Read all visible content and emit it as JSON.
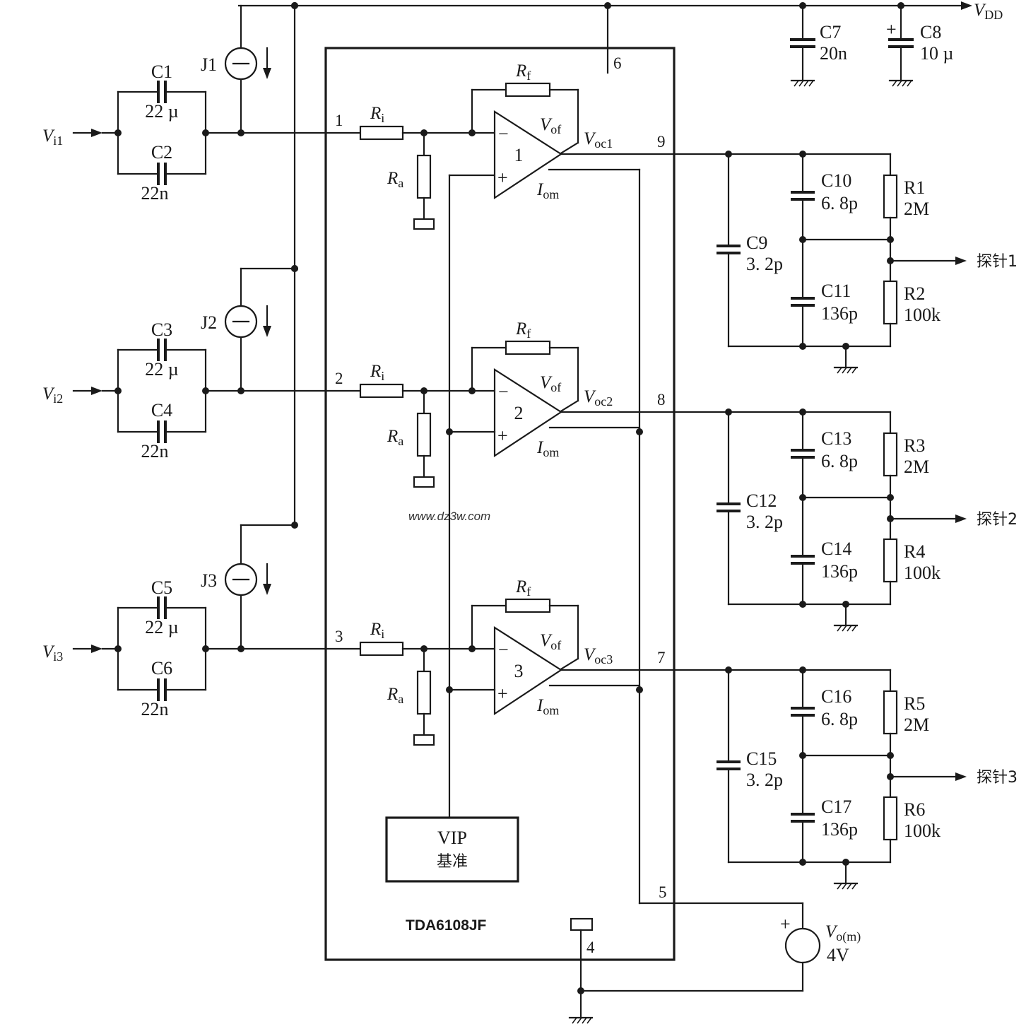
{
  "chip": {
    "name": "TDA6108JF",
    "reference": {
      "line1": "VIP",
      "line2": "基准"
    }
  },
  "supply": {
    "name": "V",
    "sub": "DD"
  },
  "bypass_caps": [
    {
      "ref": "C7",
      "value": "20n"
    },
    {
      "ref": "C8",
      "value": "10 µ",
      "polarity": "+"
    }
  ],
  "output_source": {
    "name": "V",
    "sub": "o(m)",
    "value": "4V",
    "polarity": "+"
  },
  "pins": {
    "supply": "6",
    "bias": "5",
    "ground": "4"
  },
  "channels": [
    {
      "input_label": "V",
      "input_sub": "i1",
      "jfet": "J1",
      "cap_a": "C1",
      "cap_a_value": "22 µ",
      "cap_b": "C2",
      "cap_b_value": "22n",
      "in_pin": "1",
      "amp_number": "1",
      "out_pin": "9",
      "output_node": "V",
      "output_node_sub": "oc1",
      "probe_cap": "C9",
      "probe_cap_value": "3. 2p",
      "top_cap": "C10",
      "top_cap_value": "6. 8p",
      "bottom_cap": "C11",
      "bottom_cap_value": "136p",
      "top_res": "R1",
      "top_res_value": "2M",
      "bottom_res": "R2",
      "bottom_res_value": "100k",
      "probe_label": "探针1"
    },
    {
      "input_label": "V",
      "input_sub": "i2",
      "jfet": "J2",
      "cap_a": "C3",
      "cap_a_value": "22 µ",
      "cap_b": "C4",
      "cap_b_value": "22n",
      "in_pin": "2",
      "amp_number": "2",
      "out_pin": "8",
      "output_node": "V",
      "output_node_sub": "oc2",
      "probe_cap": "C12",
      "probe_cap_value": "3. 2p",
      "top_cap": "C13",
      "top_cap_value": "6. 8p",
      "bottom_cap": "C14",
      "bottom_cap_value": "136p",
      "top_res": "R3",
      "top_res_value": "2M",
      "bottom_res": "R4",
      "bottom_res_value": "100k",
      "probe_label": "探针2"
    },
    {
      "input_label": "V",
      "input_sub": "i3",
      "jfet": "J3",
      "cap_a": "C5",
      "cap_a_value": "22 µ",
      "cap_b": "C6",
      "cap_b_value": "22n",
      "in_pin": "3",
      "amp_number": "3",
      "out_pin": "7",
      "output_node": "V",
      "output_node_sub": "oc3",
      "probe_cap": "C15",
      "probe_cap_value": "3. 2p",
      "top_cap": "C16",
      "top_cap_value": "6. 8p",
      "bottom_cap": "C17",
      "bottom_cap_value": "136p",
      "top_res": "R5",
      "top_res_value": "2M",
      "bottom_res": "R6",
      "bottom_res_value": "100k",
      "probe_label": "探针3"
    }
  ],
  "internal_labels": {
    "feedback_resistor": "R",
    "feedback_resistor_sub_1": "f",
    "feedback_resistor_sub_2": "f",
    "feedback_resistor_sub_3": "f",
    "input_resistor": "R",
    "input_resistor_sub": "i",
    "shunt_resistor": "R",
    "shunt_resistor_sub": "a",
    "feedback_node": "V",
    "feedback_node_sub": "of",
    "current_output": "I",
    "current_output_sub": "om",
    "minus": "−",
    "plus": "+"
  },
  "watermark": "www.dz3w.com"
}
